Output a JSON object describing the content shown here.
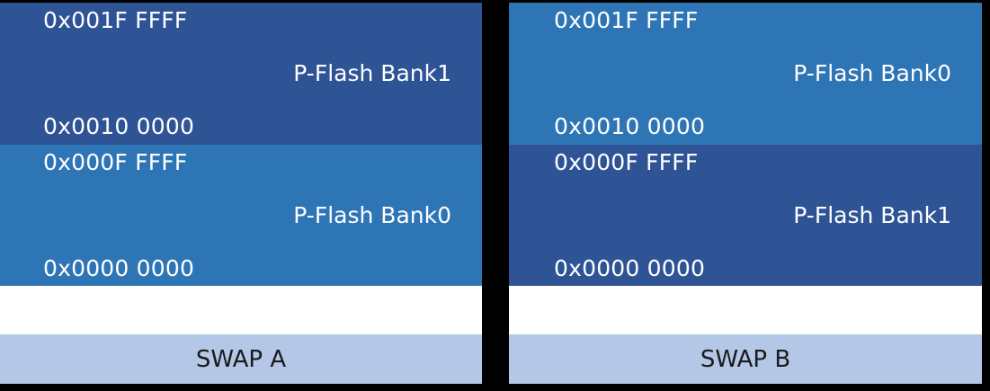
{
  "colors": {
    "background": "#000000",
    "bank_dark": "#2E5496",
    "bank_light": "#2E75B6",
    "swap_bar": "#B4C7E7",
    "text_on_bank": "#FFFFFF",
    "text_on_swap": "#1A1A1A"
  },
  "panels": [
    {
      "id": "swap-a",
      "caption": "SWAP A",
      "blocks": [
        {
          "shade": "dark",
          "top_address": "0x001F FFFF",
          "label": "P-Flash Bank1",
          "bottom_address": "0x0010 0000"
        },
        {
          "shade": "light",
          "top_address": "0x000F FFFF",
          "label": "P-Flash Bank0",
          "bottom_address": "0x0000 0000"
        }
      ]
    },
    {
      "id": "swap-b",
      "caption": "SWAP B",
      "blocks": [
        {
          "shade": "light",
          "top_address": "0x001F FFFF",
          "label": "P-Flash Bank0",
          "bottom_address": "0x0010 0000"
        },
        {
          "shade": "dark",
          "top_address": "0x000F FFFF",
          "label": "P-Flash Bank1",
          "bottom_address": "0x0000 0000"
        }
      ]
    }
  ]
}
